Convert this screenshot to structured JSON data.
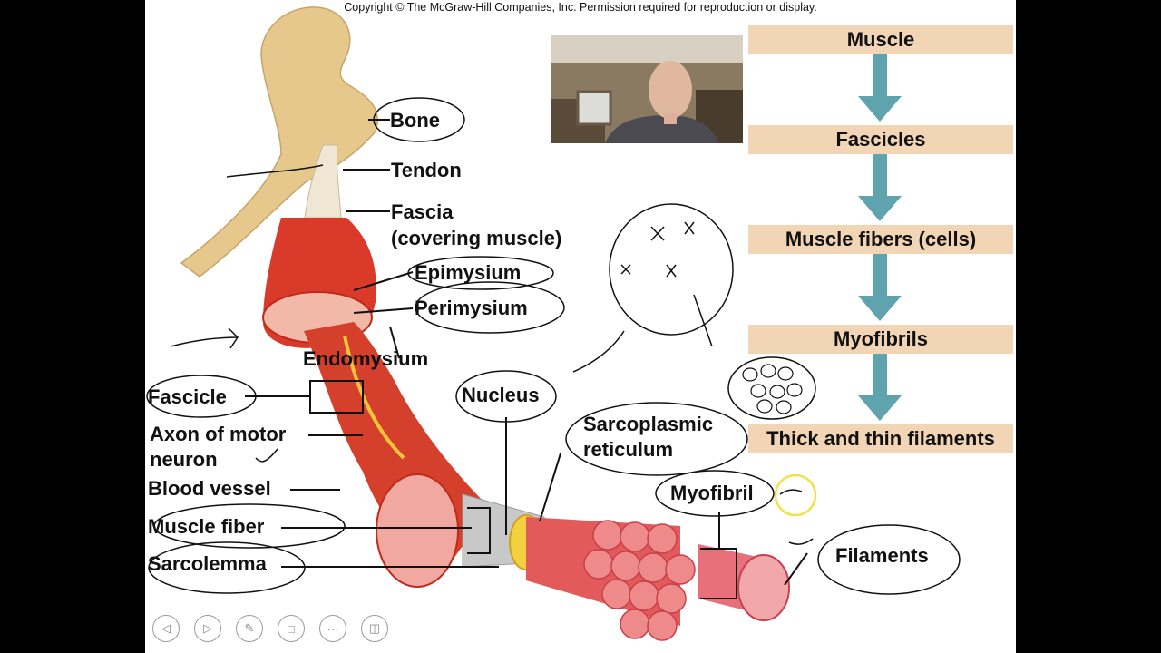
{
  "copyright": "Copyright © The McGraw-Hill Companies, Inc. Permission required for reproduction or display.",
  "diagram_labels": {
    "bone": "Bone",
    "tendon": "Tendon",
    "fascia_line1": "Fascia",
    "fascia_line2": "(covering muscle)",
    "epimysium": "Epimysium",
    "perimysium": "Perimysium",
    "endomysium": "Endomysium",
    "fascicle": "Fascicle",
    "axon_line1": "Axon of motor",
    "axon_line2": "neuron",
    "blood_vessel": "Blood vessel",
    "muscle_fiber": "Muscle fiber",
    "sarcolemma": "Sarcolemma",
    "nucleus": "Nucleus",
    "sr_line1": "Sarcoplasmic",
    "sr_line2": "reticulum",
    "myofibril": "Myofibril",
    "filaments": "Filaments"
  },
  "hierarchy_flow": [
    "Muscle",
    "Fascicles",
    "Muscle fibers (cells)",
    "Myofibrils",
    "Thick and thin filaments"
  ],
  "colors": {
    "bone": "#e6c88c",
    "muscle": "#d93a2a",
    "flow_box": "#f2d5b4",
    "flow_arrow": "#5ea3ad",
    "highlight_circle": "#f2e24a",
    "webcam_shirt": "#4a4a50"
  },
  "controls": [
    "previous-icon",
    "next-icon",
    "pen-icon",
    "screen-icon",
    "more-icon",
    "present-icon"
  ],
  "side_mark": "..."
}
